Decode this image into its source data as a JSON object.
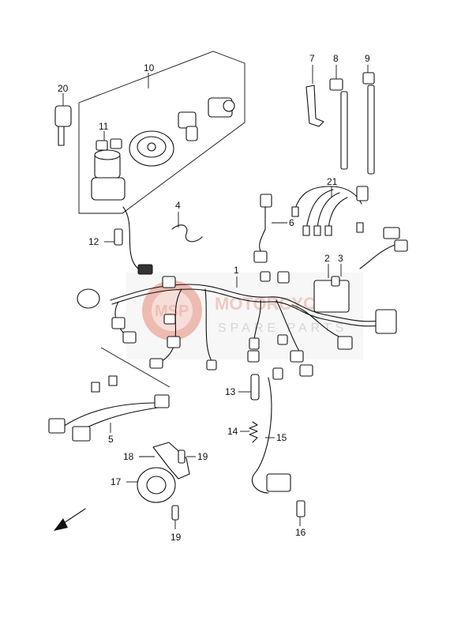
{
  "diagram": {
    "callouts": {
      "c1": "1",
      "c2": "2",
      "c3": "3",
      "c4": "4",
      "c5": "5",
      "c6": "6",
      "c7": "7",
      "c8": "8",
      "c9": "9",
      "c10": "10",
      "c11": "11",
      "c12": "12",
      "c13": "13",
      "c14": "14",
      "c15": "15",
      "c16": "16",
      "c17": "17",
      "c18": "18",
      "c19a": "19",
      "c19b": "19",
      "c20": "20",
      "c21": "21"
    },
    "watermark": {
      "title": "MOTORCYCLE",
      "subtitle": "SPARE PARTS",
      "logo_letters": "MSP"
    },
    "colors": {
      "ink": "#111111",
      "watermark_red": "#e58a78",
      "watermark_grey": "#c8c8c8"
    }
  }
}
